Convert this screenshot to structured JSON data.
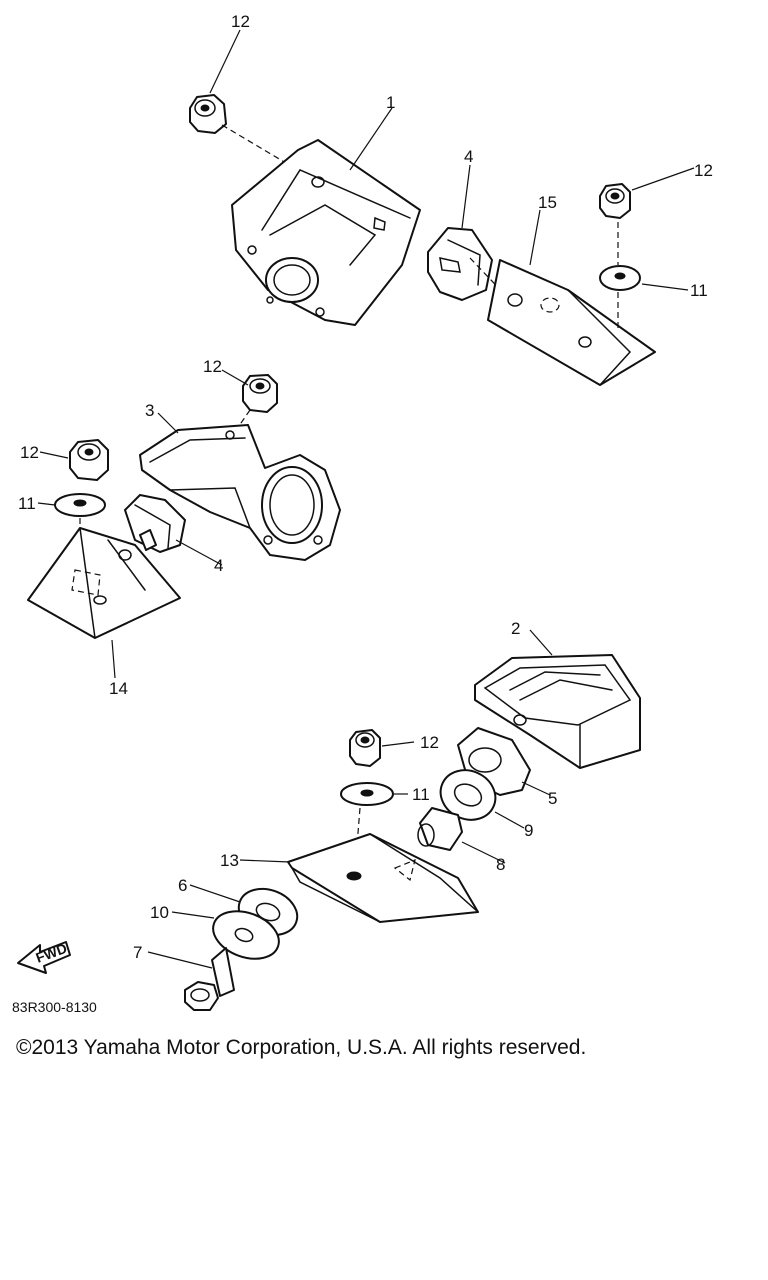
{
  "labels": {
    "l1": "1",
    "l2": "2",
    "l3": "3",
    "l4a": "4",
    "l4b": "4",
    "l5": "5",
    "l6": "6",
    "l7": "7",
    "l8": "8",
    "l9": "9",
    "l10": "10",
    "l11a": "11",
    "l11b": "11",
    "l11c": "11",
    "l12a": "12",
    "l12b": "12",
    "l12c": "12",
    "l12d": "12",
    "l12e": "12",
    "l13": "13",
    "l14": "14",
    "l15": "15"
  },
  "fwd_label": "FWD",
  "diagram_code": "83R300-8130",
  "copyright": "©2013 Yamaha Motor Corporation, U.S.A. All rights reserved."
}
